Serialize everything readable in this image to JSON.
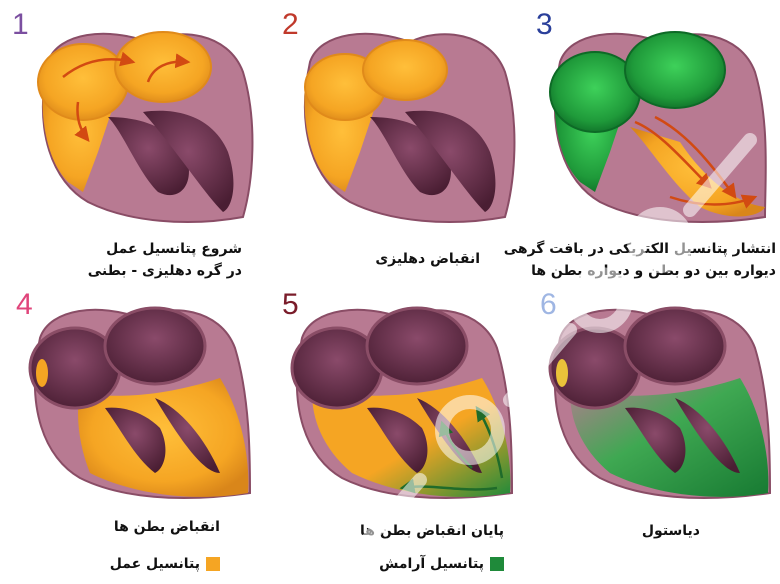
{
  "colors": {
    "muscle": "#b87a92",
    "muscle_edge": "#8a4d66",
    "chamber": "#5a2740",
    "action": "#f5a523",
    "rest": "#1f8a3a",
    "arrow": "#d24a12"
  },
  "panels": [
    {
      "number": "1",
      "number_color": "#7b4fa0",
      "caption_lines": [
        "شروع پتانسیل عمل",
        "در گره دهلیزی - بطنی"
      ]
    },
    {
      "number": "2",
      "number_color": "#c0392b",
      "caption_lines": [
        "انقباض دهلیزی"
      ]
    },
    {
      "number": "3",
      "number_color": "#2a3f9a",
      "caption_lines": [
        "انتشار پتانسیل الکتریکی در بافت گرهی",
        "دیواره بین دو بطن و دیواره بطن ها"
      ]
    },
    {
      "number": "4",
      "number_color": "#e0457b",
      "caption_lines": [
        "انقباض بطن ها"
      ]
    },
    {
      "number": "5",
      "number_color": "#7a1c2a",
      "caption_lines": [
        "پایان انقباض بطن ها"
      ]
    },
    {
      "number": "6",
      "number_color": "#9fb6e3",
      "caption_lines": [
        "دیاستول"
      ]
    }
  ],
  "legend": {
    "action_label": "پتانسیل عمل",
    "rest_label": "پتانسیل آرامش"
  }
}
